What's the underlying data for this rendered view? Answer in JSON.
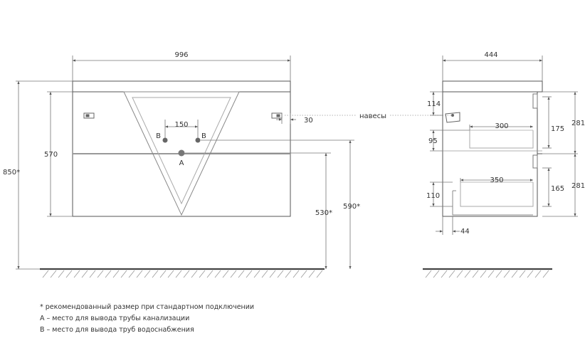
{
  "front_view": {
    "dim_width": "996",
    "dim_height_total": "850*",
    "dim_cabinet_height": "570",
    "dim_inlet_spacing": "150",
    "dim_hanger_offset": "30",
    "dim_drain_height": "530*",
    "dim_inlet_height": "590*",
    "label_inlet_left": "B",
    "label_inlet_right": "B",
    "label_drain": "A"
  },
  "side_view": {
    "dim_depth": "444",
    "label_hangers": "навесы",
    "dim_top_gap": "114",
    "dim_mid_gap": "95",
    "dim_drawer1_depth": "300",
    "dim_drawer2_depth": "350",
    "dim_drawer1_inner": "175",
    "dim_drawer1_outer": "281",
    "dim_drawer2_inner": "165",
    "dim_drawer2_outer": "281",
    "dim_bottom_gap": "110",
    "dim_foot": "44"
  },
  "notes": [
    "* рекомендованный размер при стандартном подключении",
    "А – место для вывода трубы канализации",
    "В – место для вывода труб водоснабжения"
  ]
}
